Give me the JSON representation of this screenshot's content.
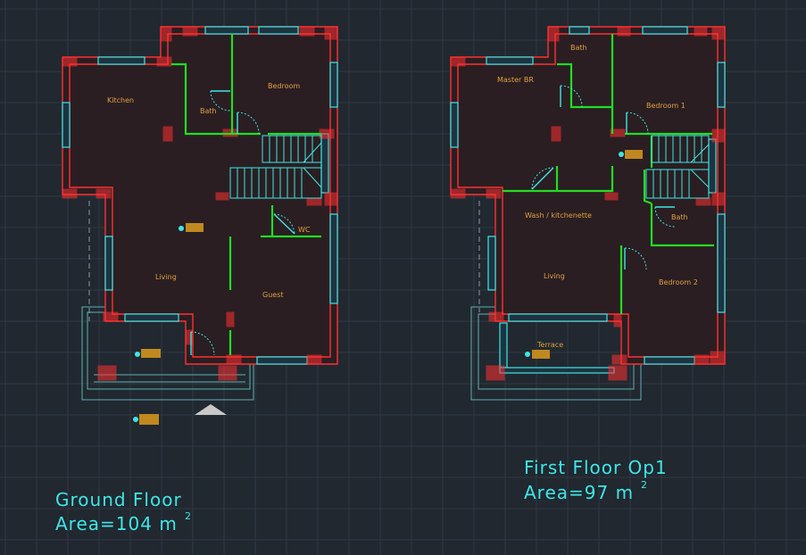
{
  "plans": [
    {
      "id": "ground",
      "caption_title": "Ground  Floor",
      "caption_area": "Area=104 m",
      "caption_sup": "2",
      "rooms": [
        "Kitchen",
        "Bedroom",
        "Bath",
        "WC",
        "Living",
        "Guest"
      ]
    },
    {
      "id": "first",
      "caption_title": "First  Floor Op1",
      "caption_area": "Area=97 m",
      "caption_sup": "2",
      "rooms": [
        "Bath",
        "Master BR",
        "Bedroom 1",
        "Wash / kitchenette",
        "Bath",
        "Living",
        "Bedroom 2",
        "Terrace"
      ]
    }
  ],
  "colors": {
    "background": "#212830",
    "wall": "#ff3030",
    "window": "#3fe6e6",
    "partition": "#22dd22",
    "label": "#e0a040",
    "caption": "#3fe6e6"
  }
}
